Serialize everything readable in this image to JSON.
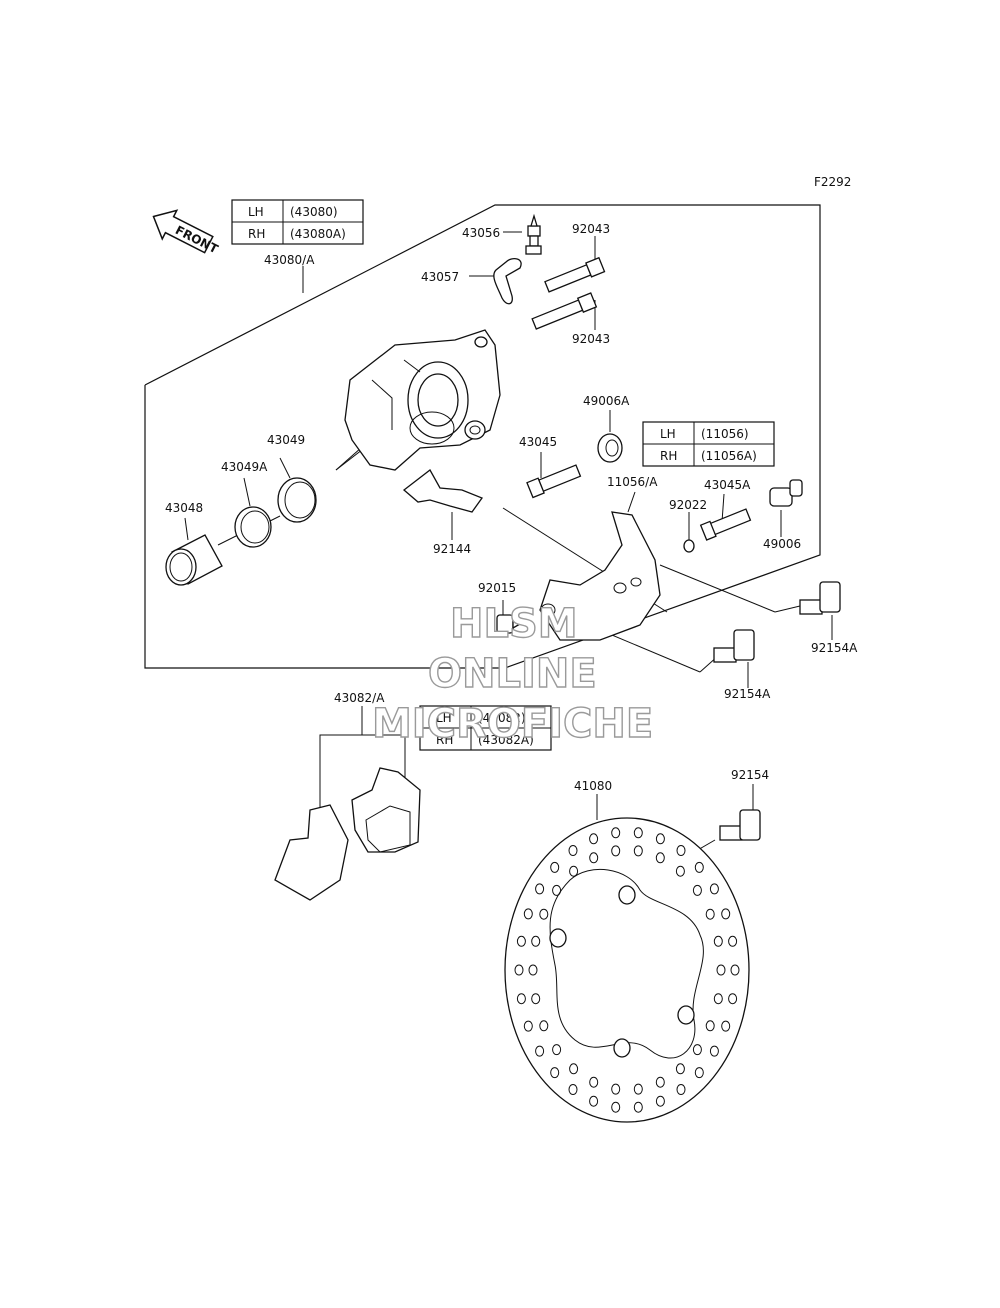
{
  "figure_code": "F2292",
  "front_arrow_label": "FRONT",
  "tables": {
    "caliper": [
      [
        "LH",
        "(43080)"
      ],
      [
        "RH",
        "(43080A)"
      ]
    ],
    "bracket": [
      [
        "LH",
        "(11056)"
      ],
      [
        "RH",
        "(11056A)"
      ]
    ],
    "pads": [
      [
        "LH",
        "(43082)"
      ],
      [
        "RH",
        "(43082A)"
      ]
    ]
  },
  "parts": {
    "p43080": "43080/A",
    "p43056": "43056",
    "p43057": "43057",
    "p92043a": "92043",
    "p92043b": "92043",
    "p49006A": "49006A",
    "p43045": "43045",
    "p43049": "43049",
    "p43049A": "43049A",
    "p43048": "43048",
    "p92144": "92144",
    "p11056": "11056/A",
    "p92022": "92022",
    "p43045A": "43045A",
    "p49006": "49006",
    "p92015": "92015",
    "p92154Aa": "92154A",
    "p92154Ab": "92154A",
    "p43082": "43082/A",
    "p41080": "41080",
    "p92154": "92154"
  },
  "watermark": [
    "HLSM",
    "ONLINE",
    "MICROFICHE"
  ]
}
